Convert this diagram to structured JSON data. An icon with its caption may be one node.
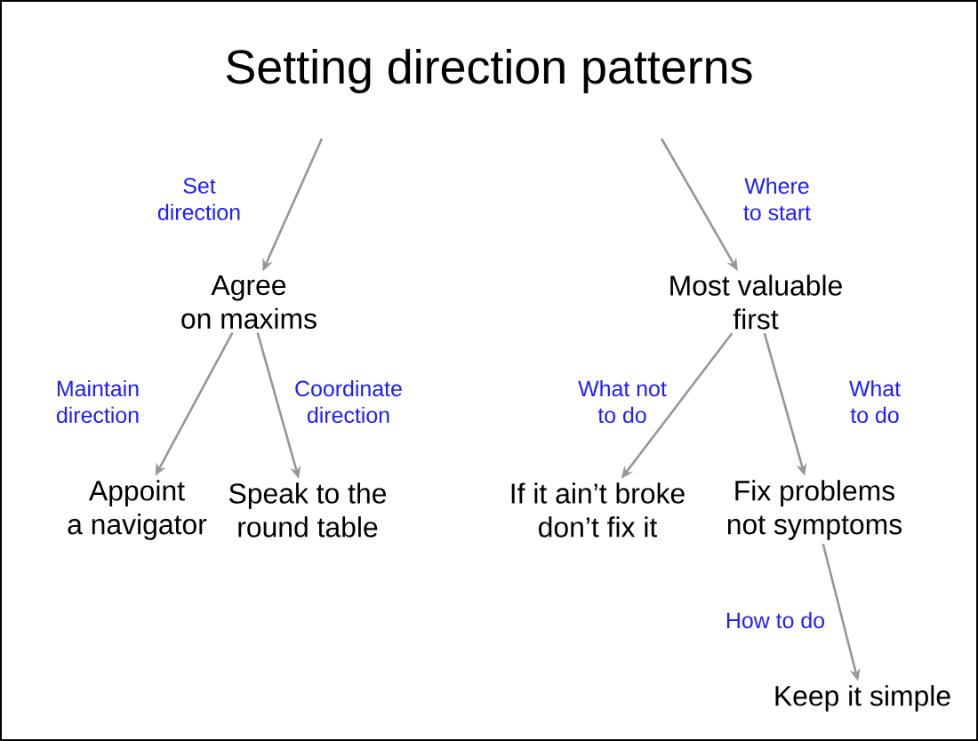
{
  "diagram": {
    "title": "Setting direction patterns",
    "nodes": [
      {
        "text": [
          "Agree on maxims"
        ]
      },
      {
        "text": [
          "Appoint a navigator"
        ]
      },
      {
        "text": [
          "Speak to the round table"
        ]
      },
      {
        "text": [
          "Most valuable first"
        ]
      },
      {
        "text": [
          "If it ain’t broke don’t fix it"
        ]
      },
      {
        "text": [
          "Fix problems not symptoms"
        ]
      },
      {
        "text": [
          "Keep it simple"
        ]
      }
    ],
    "edges": [
      {
        "from": null,
        "to": 0,
        "arrow": "to",
        "label": "Set direction"
      },
      {
        "from": 0,
        "to": 1,
        "arrow": "to",
        "label": "Maintain direction"
      },
      {
        "from": 0,
        "to": 2,
        "arrow": "to",
        "label": "Coordinate direction"
      },
      {
        "from": null,
        "to": 3,
        "arrow": "to",
        "label": "Where to start"
      },
      {
        "from": 3,
        "to": 4,
        "arrow": "to",
        "label": "What not to do"
      },
      {
        "from": 3,
        "to": 5,
        "arrow": "to",
        "label": "What to do"
      },
      {
        "from": 5,
        "to": 6,
        "arrow": "to",
        "label": "How to do"
      }
    ]
  }
}
